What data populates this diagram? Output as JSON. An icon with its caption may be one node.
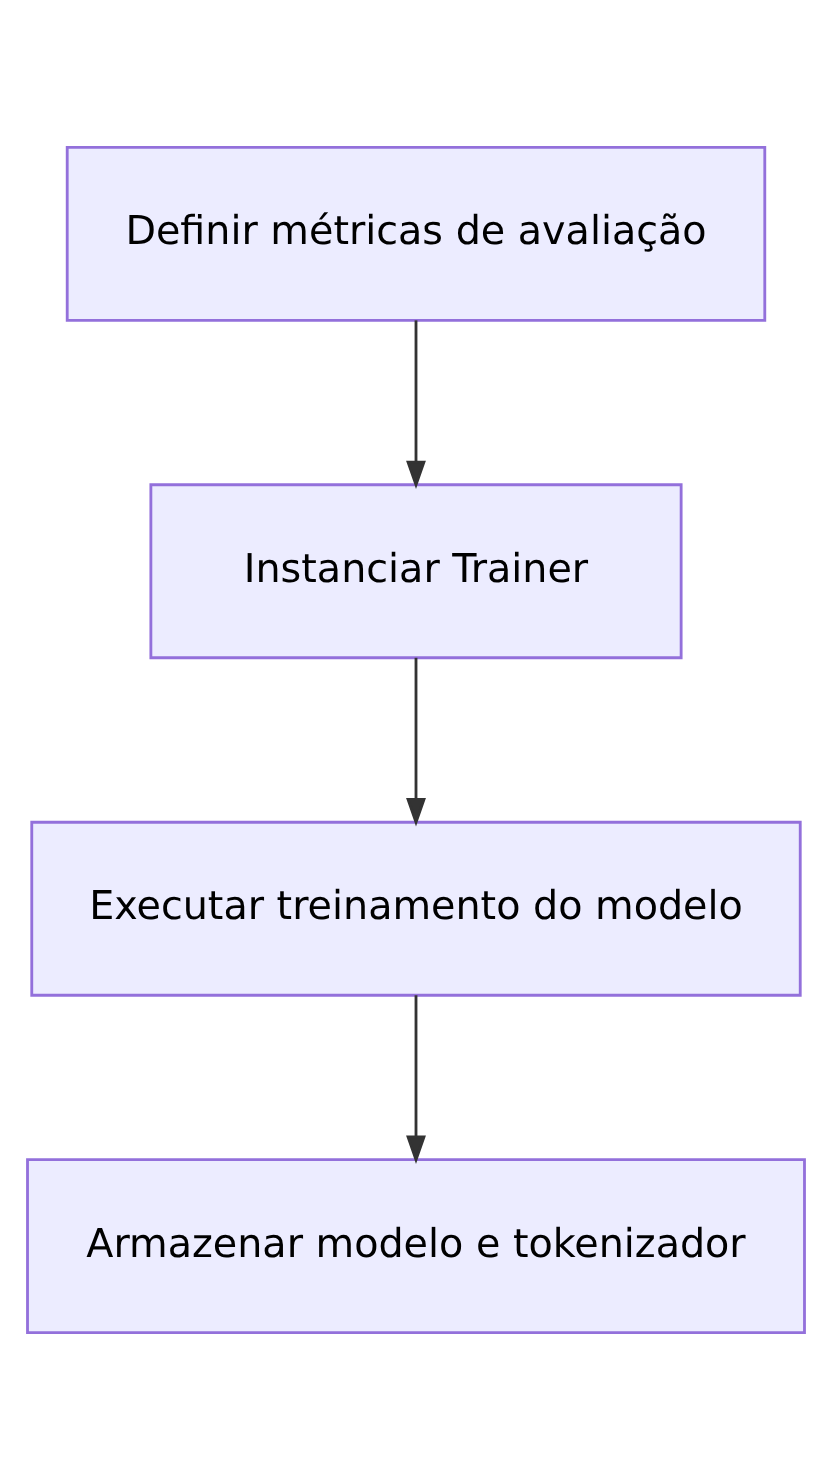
{
  "diagram": {
    "nodes": [
      {
        "text": [
          "Definir métricas de avaliação"
        ]
      },
      {
        "text": [
          "Instanciar Trainer"
        ]
      },
      {
        "text": [
          "Executar treinamento do modelo"
        ]
      },
      {
        "text": [
          "Armazenar modelo e tokenizador"
        ]
      }
    ],
    "edges": [
      {
        "from": 0,
        "to": 1,
        "arrow": "to"
      },
      {
        "from": 1,
        "to": 2,
        "arrow": "to"
      },
      {
        "from": 2,
        "to": 3,
        "arrow": "to"
      }
    ]
  }
}
